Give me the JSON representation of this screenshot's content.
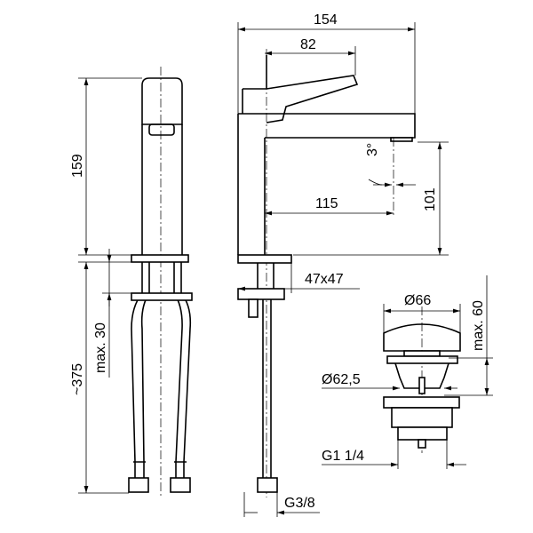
{
  "title": "Basin mixer dimension drawing",
  "dimensions": {
    "overall_length": "154",
    "lever_length": "82",
    "height": "159",
    "spout_reach": "115",
    "spout_height": "101",
    "angle": "3°",
    "base_size": "47x47",
    "hose_length": "~375",
    "max_thickness": "max. 30",
    "waste_cap_diameter": "Ø66",
    "waste_max_height": "max. 60",
    "waste_flange_diameter": "Ø62,5",
    "waste_thread": "G1 1/4",
    "supply_thread": "G3/8"
  }
}
